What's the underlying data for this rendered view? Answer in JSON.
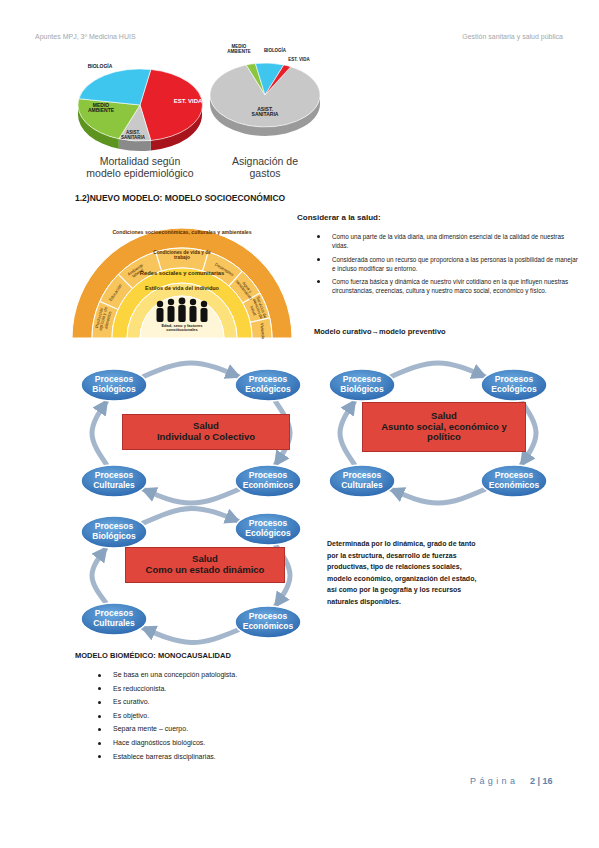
{
  "diagram": {
    "nodes": [
      {
        "text": [
          "Procesos Biológicos"
        ]
      },
      {
        "text": [
          "Procesos Ecológicos"
        ]
      },
      {
        "text": [
          "Salud",
          "Individual o Colectivo"
        ]
      },
      {
        "text": [
          "Procesos Culturales"
        ]
      },
      {
        "text": [
          "Procesos Económicos"
        ]
      },
      {
        "text": [
          "Procesos Biológicos"
        ]
      },
      {
        "text": [
          "Procesos Ecológicos"
        ]
      },
      {
        "text": [
          "Salud",
          "Asunto social, económico y político"
        ]
      },
      {
        "text": [
          "Procesos Culturales"
        ]
      },
      {
        "text": [
          "Procesos Económicos"
        ]
      },
      {
        "text": [
          "Procesos Biológicos"
        ]
      },
      {
        "text": [
          "Procesos Ecológicos"
        ]
      },
      {
        "text": [
          "Salud",
          "Como un estado dinámico"
        ]
      },
      {
        "text": [
          "Procesos Culturales"
        ]
      },
      {
        "text": [
          "Procesos Económicos"
        ]
      }
    ],
    "edges": [
      {
        "from": 0,
        "to": 1,
        "arrow": "to"
      },
      {
        "from": 1,
        "to": 4,
        "arrow": "to"
      },
      {
        "from": 4,
        "to": 3,
        "arrow": "to"
      },
      {
        "from": 3,
        "to": 0,
        "arrow": "to"
      },
      {
        "from": 5,
        "to": 6,
        "arrow": "to"
      },
      {
        "from": 6,
        "to": 9,
        "arrow": "to"
      },
      {
        "from": 9,
        "to": 8,
        "arrow": "to"
      },
      {
        "from": 8,
        "to": 5,
        "arrow": "to"
      },
      {
        "from": 10,
        "to": 11,
        "arrow": "to"
      },
      {
        "from": 11,
        "to": 14,
        "arrow": "to"
      },
      {
        "from": 14,
        "to": 13,
        "arrow": "to"
      },
      {
        "from": 13,
        "to": 10,
        "arrow": "to"
      }
    ],
    "labels": [
      "Apuntes MPJ, 3º Medicina HUIS",
      "Gestión sanitaria y salud pública",
      "BIOLOGÍA",
      "EST. VIDA",
      "MEDIO AMBIENTE",
      "ASIST. SANITARIA",
      "Mortalidad según modelo epidemiológico",
      "MEDIO AMBIENTE",
      "BIOLOGÍA",
      "EST. VIDA",
      "ASIST. SANITARIA",
      "Asignación de gastos",
      "1.2)NUEVO MODELO: MODELO SOCIOECONÓMICO",
      "Condiciones socioeconómicas, culturales y ambientales",
      "Condiciones de vida y de trabajo",
      "Producción agrícola y de alimentos",
      "Educación",
      "Ambiente laboral",
      "Desempleo",
      "Agua y saneamiento",
      "Servicios de atención de salud",
      "Vivienda",
      "Redes sociales y comunitarias",
      "Estilos de vida del individuo",
      "Edad, sexo y factores constitucionales",
      "Considerar a la salud:",
      "Como una parte de la vida diaria, una dimensión esencial de la calidad de nuestras vidas.",
      "Considerada como un recurso que proporciona a las personas la posibilidad de manejar e incluso modificar su entorno.",
      "Como fuerza básica y dinámica de nuestro vivir cotidiano en la que influyen nuestras circunstancias, creencias, cultura y nuestro marco social, económico y físico.",
      "Modelo curativo→modelo preventivo",
      "Determinada por lo dinámica, grado de tanto por la estructura, desarrollo de fuerzas productivas, tipo de relaciones sociales, modelo económico, organización del estado, así como por la geografía y los recursos naturales disponibles.",
      "MODELO BIOMÉDICO: MONOCAUSALIDAD",
      "Se basa en una concepción patologista.",
      "Es reduccionista.",
      "Es curativo.",
      "Es objetivo.",
      "Separa mente – cuerpo.",
      "Hace diagnósticos biológicos.",
      "Establece barreras disciplinarias.",
      "Página",
      "2 | 16"
    ]
  }
}
